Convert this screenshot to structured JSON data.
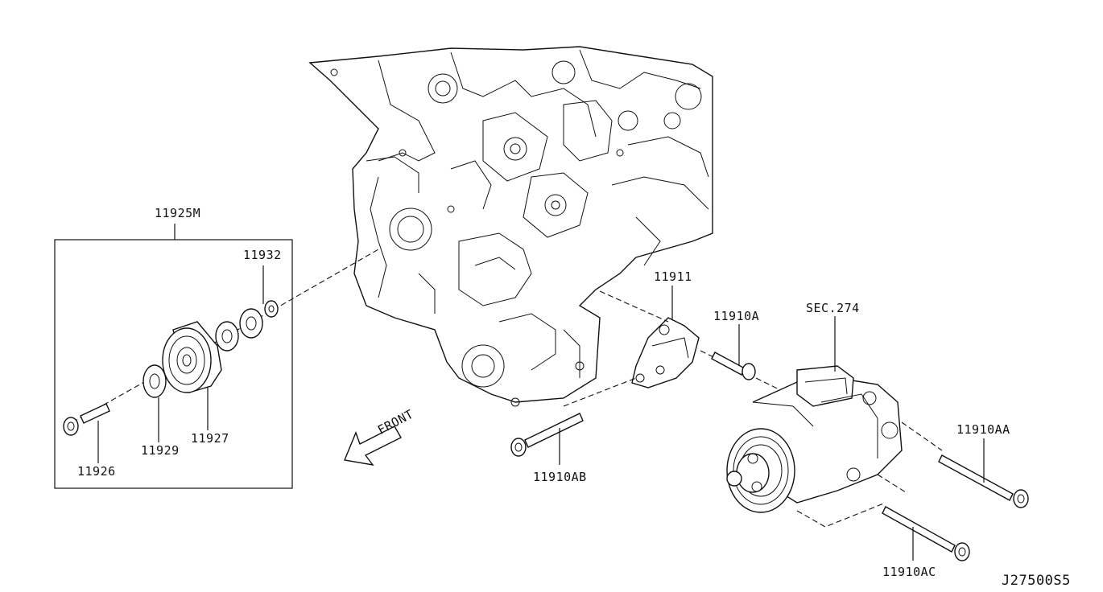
{
  "diagram_id": "J27500S5",
  "assembly": {
    "label": "11925M"
  },
  "front_label": "FRONT",
  "parts": {
    "p11932": "11932",
    "p11929": "11929",
    "p11927": "11927",
    "p11926": "11926",
    "p11911": "11911",
    "p11910A": "11910A",
    "sec274": "SEC.274",
    "p11910AA": "11910AA",
    "p11910AB": "11910AB",
    "p11910AC": "11910AC"
  }
}
